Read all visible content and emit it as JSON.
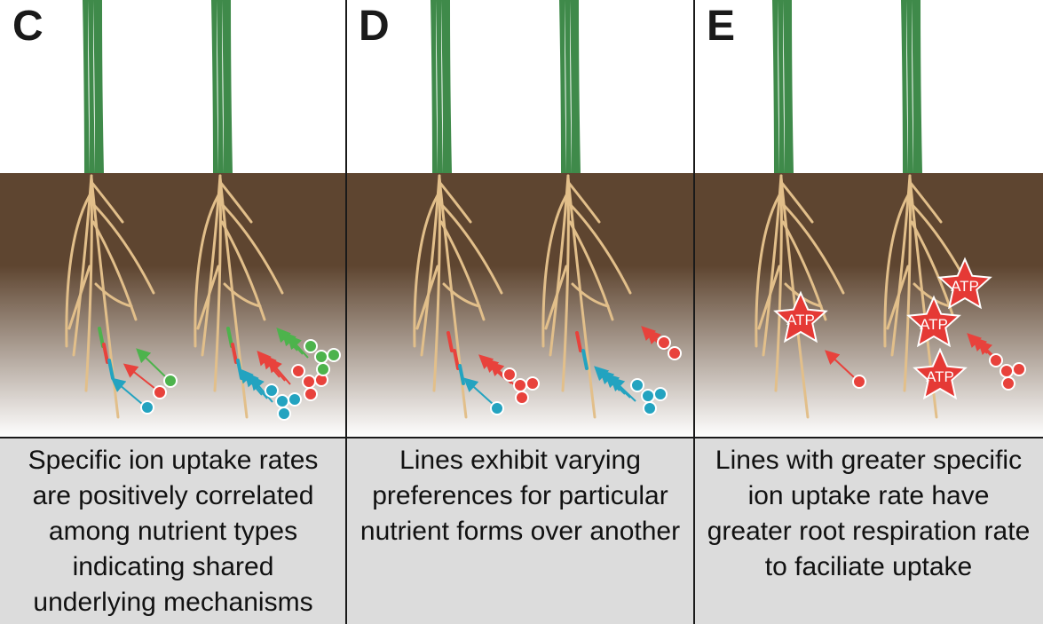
{
  "colors": {
    "leaf": "#3f8a4a",
    "soil_top": "#5e4530",
    "soil_bottom": "#ffffff",
    "root": "#e2bf8a",
    "ion_blue": "#23a3c0",
    "ion_red": "#e8423c",
    "ion_green": "#4db34c",
    "caption_bg": "#dcdcdc",
    "atp_fill": "#e53935"
  },
  "panels": [
    {
      "id": "C",
      "letter": "C",
      "caption_lines": [
        "Specific ion uptake rates",
        "are positively correlated",
        "among nutrient types",
        "indicating shared",
        "underlying mechanisms"
      ],
      "ion_groups": [
        "blue",
        "red",
        "green",
        "blue",
        "red",
        "green"
      ]
    },
    {
      "id": "D",
      "letter": "D",
      "caption_lines": [
        "Lines exhibit varying",
        "preferences for particular",
        "nutrient forms over another"
      ],
      "ion_groups": [
        "blue",
        "red",
        "blue",
        "red"
      ]
    },
    {
      "id": "E",
      "letter": "E",
      "caption_lines": [
        "Lines with greater specific",
        "ion uptake rate have",
        "greater root respiration rate",
        "to faciliate uptake"
      ],
      "atp_label": "ATP",
      "ion_groups": [
        "red",
        "red"
      ]
    }
  ]
}
